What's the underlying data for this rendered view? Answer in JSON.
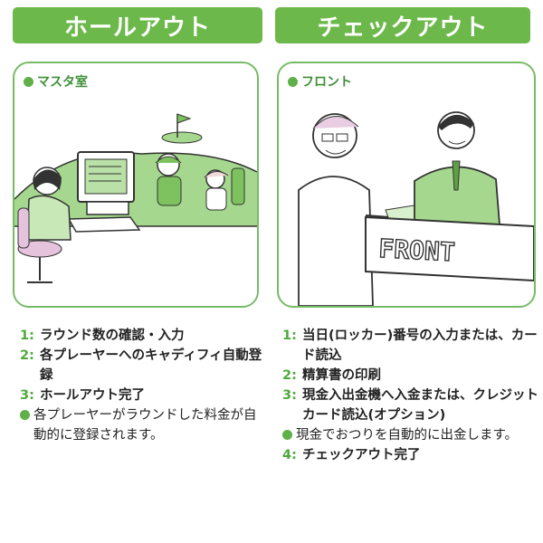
{
  "left": {
    "header": "ホールアウト",
    "location": "マスタ室",
    "steps": [
      {
        "num": "1",
        "text": "ラウンド数の確認・入力"
      },
      {
        "num": "2",
        "text": "各プレーヤーへのキャディフィ自動登録"
      },
      {
        "num": "3",
        "text": "ホールアウト完了"
      }
    ],
    "note": "各プレーヤーがラウンドした料金が自動的に登録されます。"
  },
  "right": {
    "header": "チェックアウト",
    "location": "フロント",
    "counter_sign": "FRONT",
    "steps": [
      {
        "num": "1",
        "text": "当日(ロッカー)番号の入力または、カード読込"
      },
      {
        "num": "2",
        "text": "精算書の印刷"
      },
      {
        "num": "3",
        "text": "現金入出金機へ入金または、クレジットカード読込(オプション)"
      }
    ],
    "note": "現金でおつりを自動的に出金します。",
    "final_step": {
      "num": "4",
      "text": "チェックアウト完了"
    }
  },
  "colors": {
    "accent": "#6cb84a",
    "dot": "#5fb049",
    "number": "#4faa3c"
  }
}
